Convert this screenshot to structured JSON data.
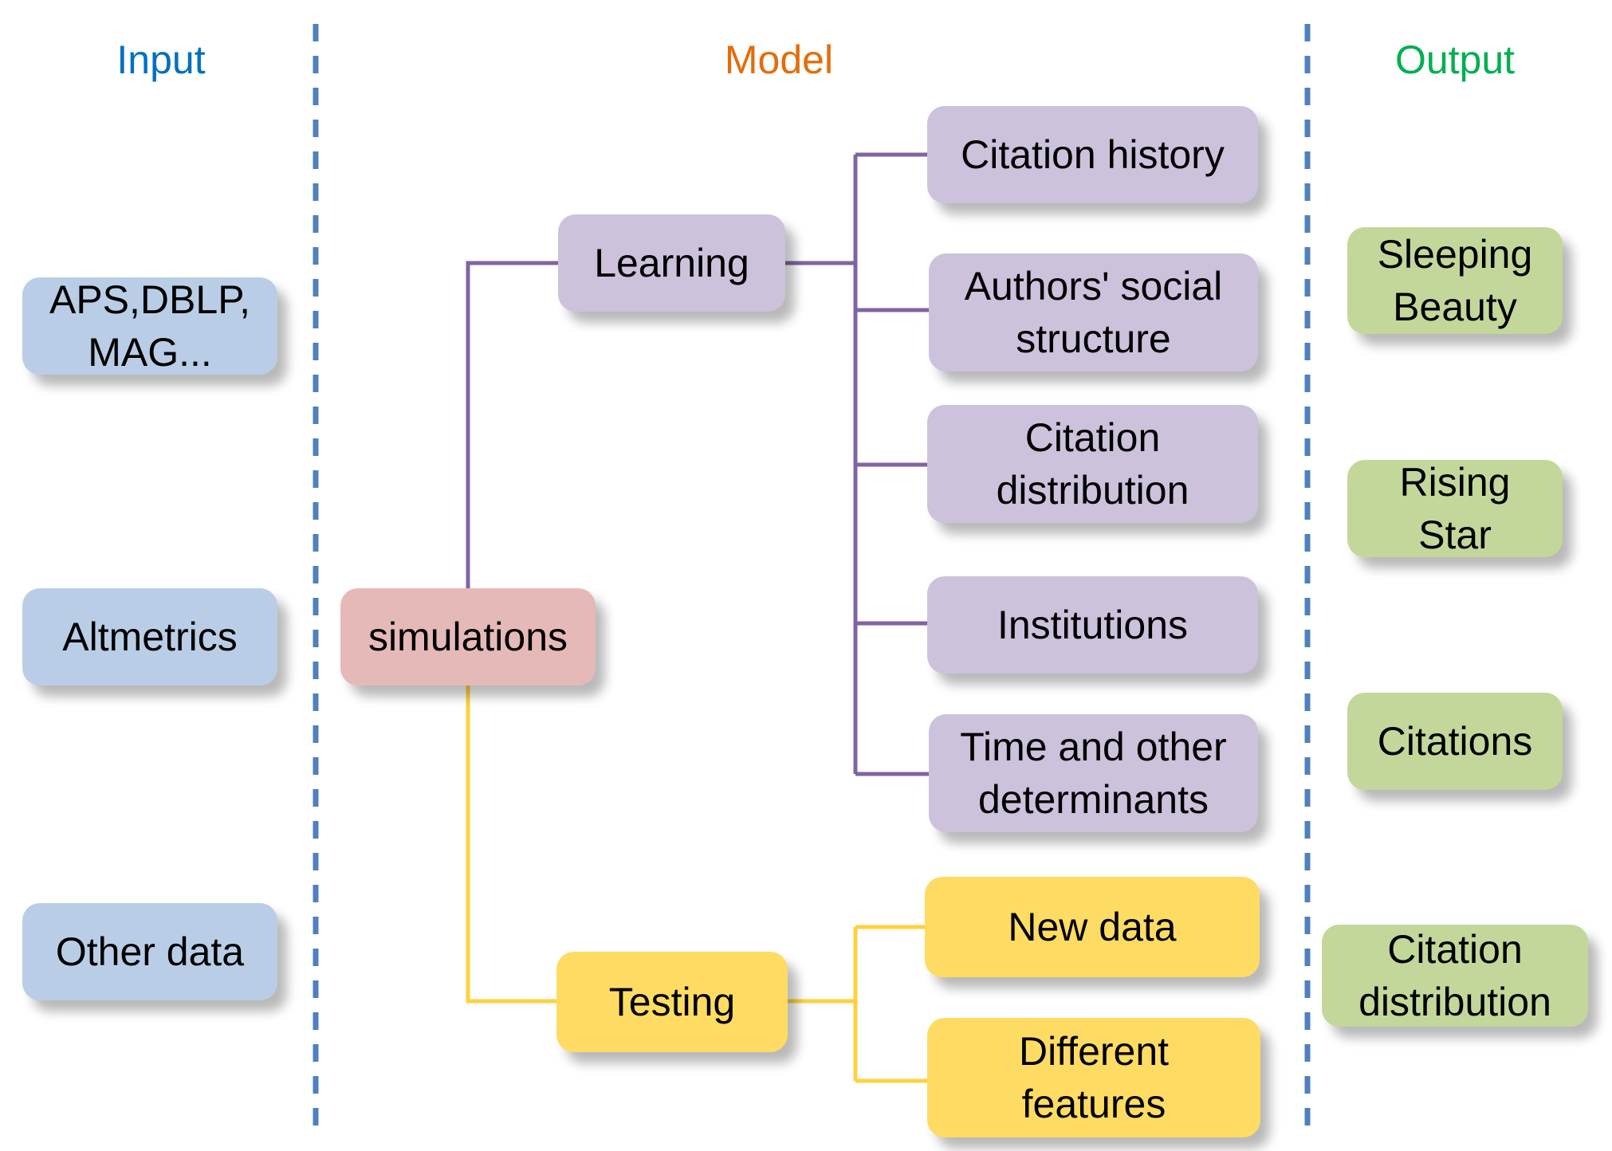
{
  "headers": {
    "input": {
      "label": "Input",
      "color": "#0070c0"
    },
    "model": {
      "label": "Model",
      "color": "#e46c0a"
    },
    "output": {
      "label": "Output",
      "color": "#00b050"
    }
  },
  "colors": {
    "divider": "#4f81bd",
    "learning_branch": "#8064a2",
    "testing_branch": "#ffd13f"
  },
  "inputs": [
    "APS,DBLP,\nMAG...",
    "Altmetrics",
    "Other data"
  ],
  "model": {
    "root": "simulations",
    "learning": {
      "label": "Learning",
      "children": [
        "Citation history",
        "Authors' social\nstructure",
        "Citation\ndistribution",
        "Institutions",
        "Time and other\ndeterminants"
      ]
    },
    "testing": {
      "label": "Testing",
      "children": [
        "New data",
        "Different\nfeatures"
      ]
    }
  },
  "outputs": [
    "Sleeping\nBeauty",
    "Rising\nStar",
    "Citations",
    "Citation\ndistribution"
  ]
}
